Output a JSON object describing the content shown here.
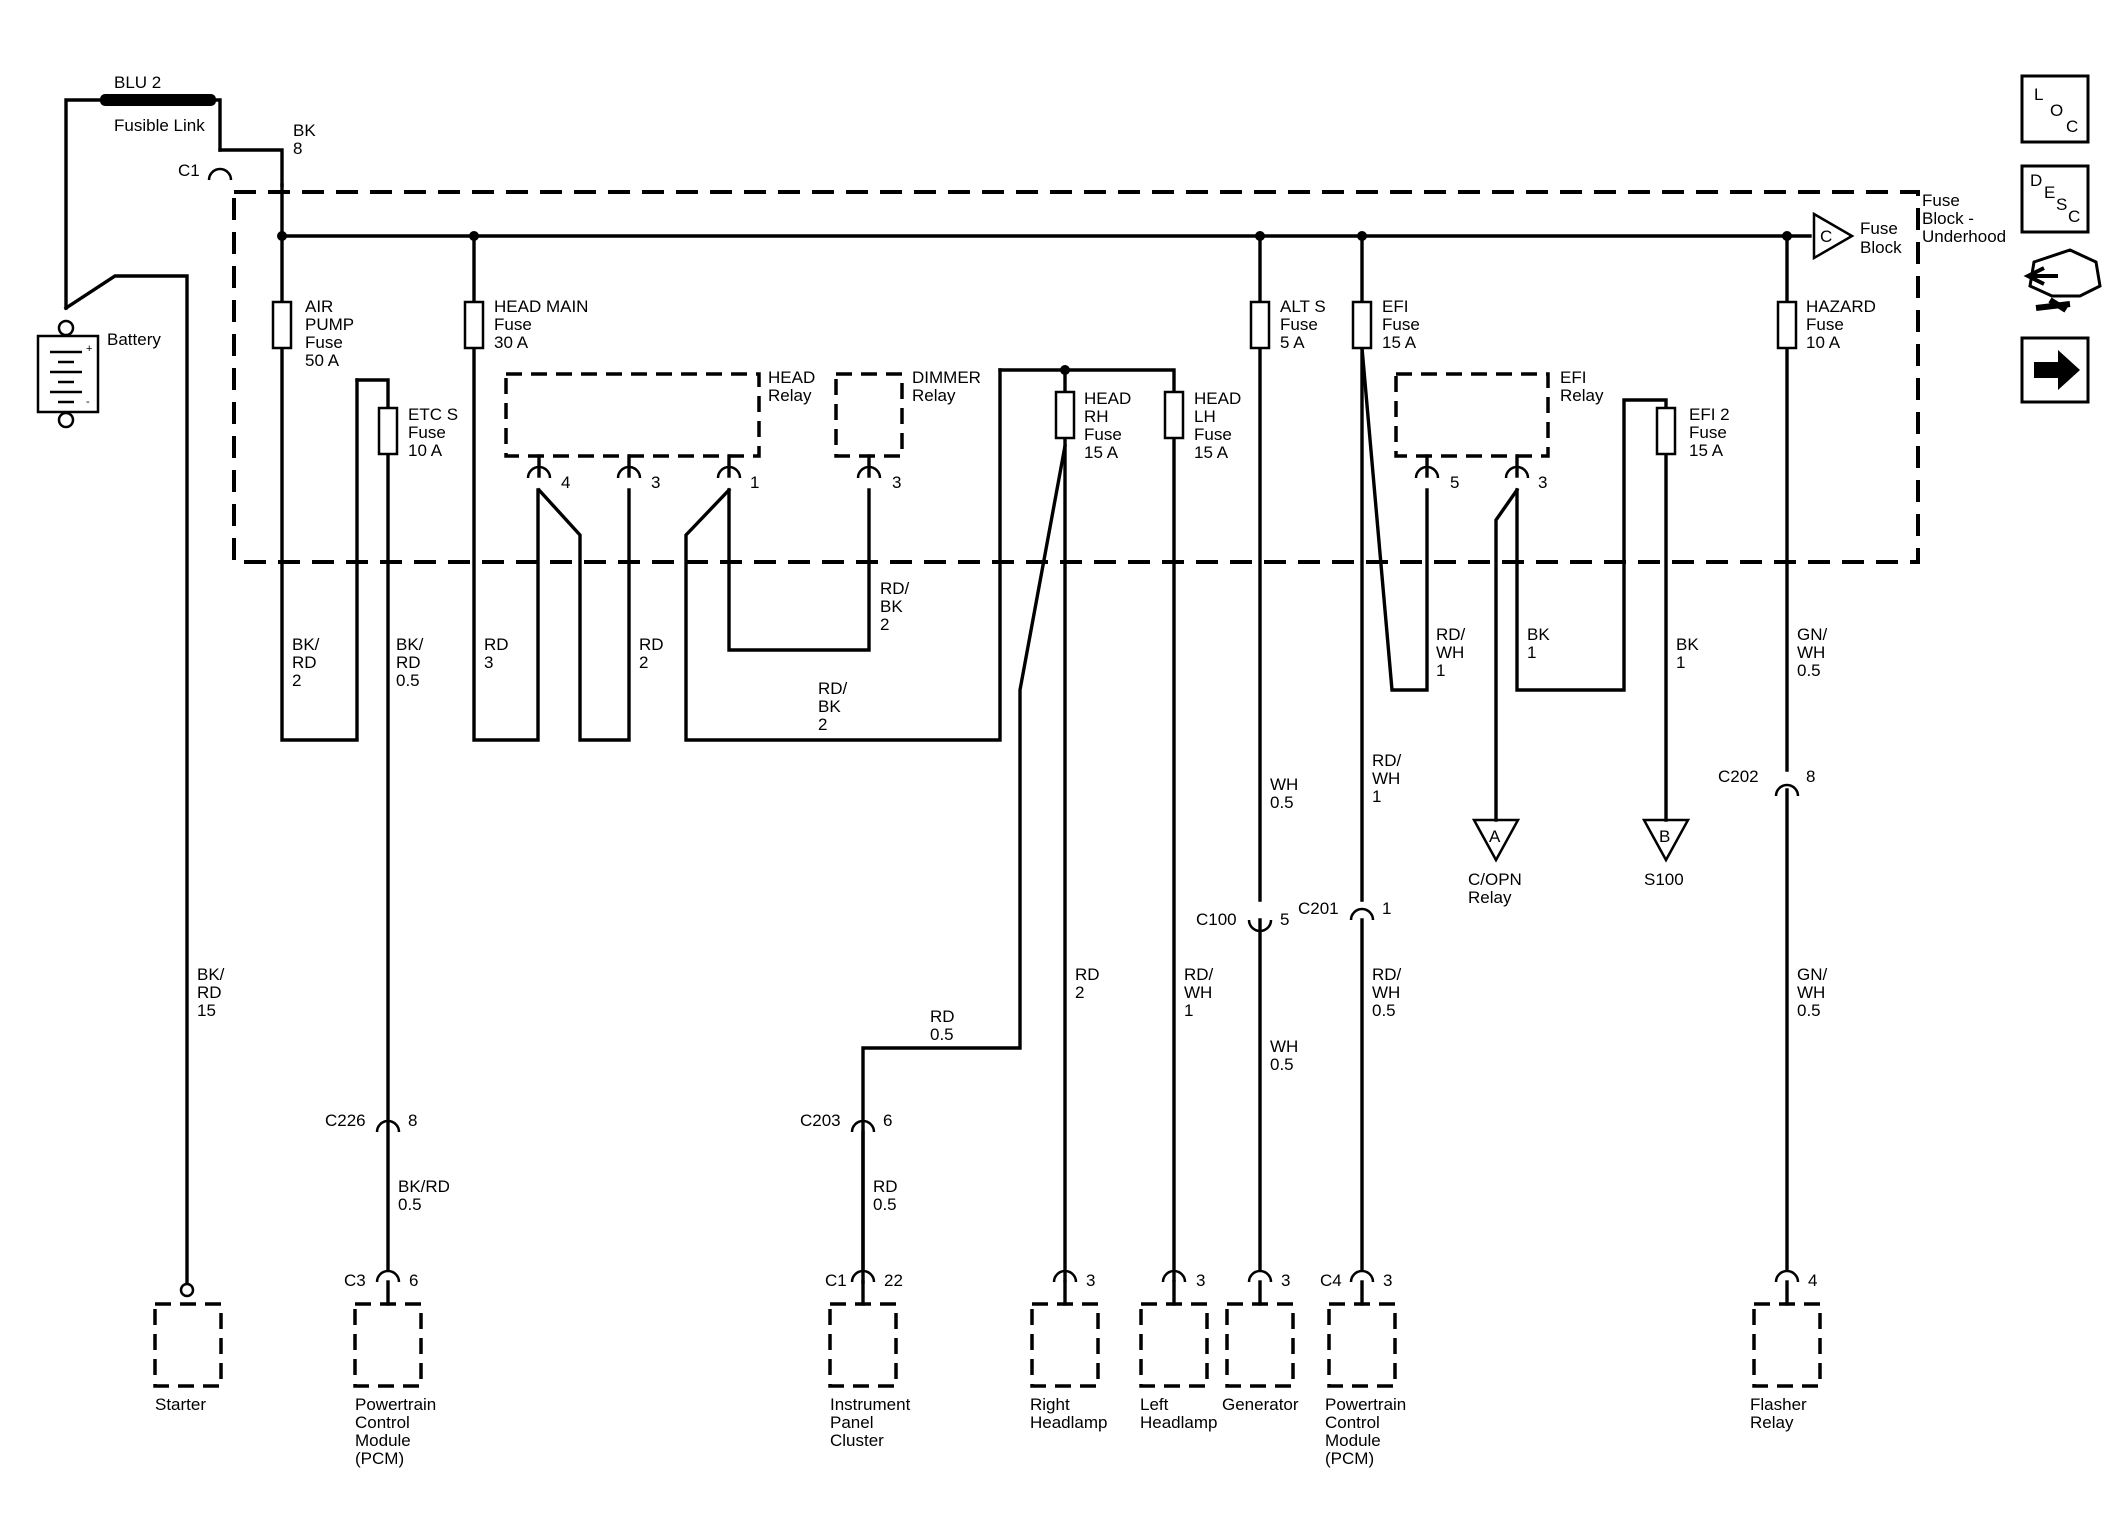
{
  "fusible_link": {
    "name": "BLU 2",
    "label": "Fusible Link"
  },
  "battery_label": "Battery",
  "c1_top": {
    "name": "C1",
    "wire_color": "BK",
    "wire_size": "8"
  },
  "fuse_block": {
    "label_1": "Fuse",
    "label_2": "Block -",
    "label_3": "Underhood"
  },
  "fuse_block_ref": {
    "letter": "C",
    "label_1": "Fuse",
    "label_2": "Block"
  },
  "fuses": [
    {
      "l1": "AIR",
      "l2": "PUMP",
      "l3": "Fuse",
      "l4": "50 A"
    },
    {
      "l1": "ETC S",
      "l2": "Fuse",
      "l3": "10 A"
    },
    {
      "l1": "HEAD MAIN",
      "l2": "Fuse",
      "l3": "30 A"
    },
    {
      "l1": "HEAD",
      "l2": "RH",
      "l3": "Fuse",
      "l4": "15 A"
    },
    {
      "l1": "HEAD",
      "l2": "LH",
      "l3": "Fuse",
      "l4": "15 A"
    },
    {
      "l1": "ALT S",
      "l2": "Fuse",
      "l3": "5 A"
    },
    {
      "l1": "EFI",
      "l2": "Fuse",
      "l3": "15 A"
    },
    {
      "l1": "EFI 2",
      "l2": "Fuse",
      "l3": "15 A"
    },
    {
      "l1": "HAZARD",
      "l2": "Fuse",
      "l3": "10 A"
    }
  ],
  "relays": [
    {
      "l1": "HEAD",
      "l2": "Relay",
      "pins": [
        "4",
        "3",
        "1"
      ]
    },
    {
      "l1": "DIMMER",
      "l2": "Relay",
      "pins": [
        "3"
      ]
    },
    {
      "l1": "EFI",
      "l2": "Relay",
      "pins": [
        "5",
        "3"
      ]
    }
  ],
  "wires": [
    {
      "c": "BK/",
      "c2": "RD",
      "s": "2"
    },
    {
      "c": "BK/",
      "c2": "RD",
      "s": "0.5"
    },
    {
      "c": "RD",
      "s": "3"
    },
    {
      "c": "RD",
      "s": "2"
    },
    {
      "c": "RD/",
      "c2": "BK",
      "s": "2"
    },
    {
      "c": "RD/",
      "c2": "BK",
      "s": "2"
    },
    {
      "c": "RD/",
      "c2": "WH",
      "s": "1"
    },
    {
      "c": "BK",
      "s": "1"
    },
    {
      "c": "BK",
      "s": "1"
    },
    {
      "c": "GN/",
      "c2": "WH",
      "s": "0.5"
    },
    {
      "c": "WH",
      "s": "0.5"
    },
    {
      "c": "RD/",
      "c2": "WH",
      "s": "1"
    },
    {
      "c": "BK/",
      "c2": "RD",
      "s": "15"
    },
    {
      "c": "RD",
      "s": "0.5"
    },
    {
      "c": "RD",
      "s": "2"
    },
    {
      "c": "RD/",
      "c2": "WH",
      "s": "1"
    },
    {
      "c": "WH",
      "s": "0.5"
    },
    {
      "c": "RD/",
      "c2": "WH",
      "s": "0.5"
    },
    {
      "c": "GN/",
      "c2": "WH",
      "s": "0.5"
    },
    {
      "c": "BK/RD",
      "s": "0.5"
    },
    {
      "c": "RD",
      "s": "0.5"
    }
  ],
  "connectors": [
    {
      "name": "C202",
      "pin": "8"
    },
    {
      "name": "C100",
      "pin": "5"
    },
    {
      "name": "C201",
      "pin": "1"
    },
    {
      "name": "C226",
      "pin": "8"
    },
    {
      "name": "C203",
      "pin": "6"
    }
  ],
  "offpage": [
    {
      "letter": "A",
      "l1": "C/OPN",
      "l2": "Relay"
    },
    {
      "letter": "B",
      "l1": "S100"
    }
  ],
  "components": [
    {
      "l1": "Starter"
    },
    {
      "conn": "C3",
      "pin": "6",
      "l1": "Powertrain",
      "l2": "Control",
      "l3": "Module",
      "l4": "(PCM)"
    },
    {
      "conn": "C1",
      "pin": "22",
      "l1": "Instrument",
      "l2": "Panel",
      "l3": "Cluster"
    },
    {
      "pin": "3",
      "l1": "Right",
      "l2": "Headlamp"
    },
    {
      "pin": "3",
      "l1": "Left",
      "l2": "Headlamp"
    },
    {
      "pin": "3",
      "l1": "Generator"
    },
    {
      "conn": "C4",
      "pin": "3",
      "l1": "Powertrain",
      "l2": "Control",
      "l3": "Module",
      "l4": "(PCM)"
    },
    {
      "pin": "4",
      "l1": "Flasher",
      "l2": "Relay"
    }
  ],
  "nav_icons": [
    {
      "name": "location-icon",
      "t1": "L",
      "t2": "O",
      "t3": "C"
    },
    {
      "name": "description-icon",
      "t1": "D",
      "t2": "E",
      "t3": "S",
      "t4": "C"
    },
    {
      "name": "diagnostic-icon"
    },
    {
      "name": "next-arrow-icon"
    }
  ]
}
